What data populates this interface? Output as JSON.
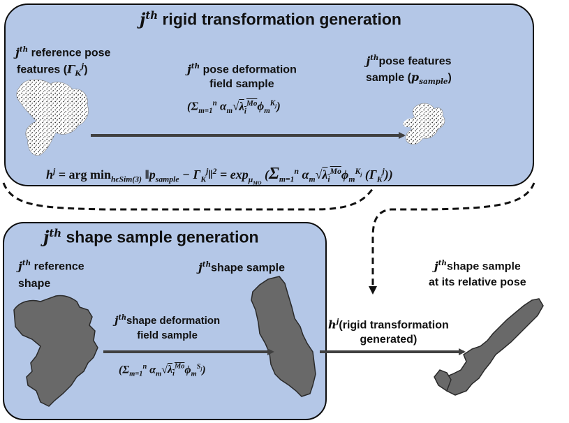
{
  "top_panel": {
    "title_sup": "th",
    "title_text": " rigid transformation generation",
    "ref_pose_label_line1_text": " reference pose",
    "ref_pose_label_line2": "features (",
    "ref_pose_symbol": "Γ",
    "ref_pose_close": ")",
    "pose_def_line1_text": " pose deformation",
    "pose_def_line2": "field sample",
    "pose_sample_line1_text": "pose features",
    "pose_sample_line2": "sample (",
    "pose_sample_var": "p",
    "pose_sample_sub": "sample",
    "pose_sample_close": ")",
    "sum_range": "Σ",
    "sum_from": "m=1",
    "sum_to": "n",
    "alpha": "α",
    "alpha_sub": "m",
    "lambda": "λ",
    "lambda_sub": "i",
    "lambda_sup": "Mo",
    "phi": "ϕ",
    "phi_sub": "m",
    "phi_sup_K": "K",
    "phi_sup_j": "j",
    "eq_h": "h",
    "eq_h_sup": "j",
    "eq_argmin": "arg min",
    "eq_argmin_sub": "hϵSim(3)",
    "eq_norm_sup": "2",
    "eq_equals": "=",
    "eq_exp": "exp",
    "eq_exp_sub": "μ",
    "eq_exp_subsub": "MO"
  },
  "bottom_panel": {
    "title_sup": "th",
    "title_text": " shape sample generation",
    "ref_shape_line1_text": " reference",
    "ref_shape_line2": "shape",
    "shape_sample_text": "shape sample",
    "shape_def_line1_text": "shape deformation",
    "shape_def_line2": "field sample",
    "phi_sup_S": "S"
  },
  "outside": {
    "final_line1_text": "shape sample",
    "final_line2": "at its relative pose",
    "h_label": "h",
    "h_sup": "j",
    "h_text": "(rigid transformation",
    "h_text_line2": "generated)"
  },
  "j": "j",
  "colors": {
    "panel_fill": "#b4c7e7",
    "shape_fill": "#696969",
    "arrow": "#404040"
  }
}
